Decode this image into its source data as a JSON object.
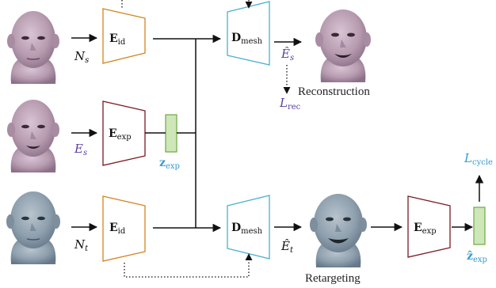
{
  "colors": {
    "encoder_id": "#d4841c",
    "encoder_exp": "#7a1a22",
    "decoder": "#4ab0d0",
    "latent_fill": "#cfe6b8",
    "latent_stroke": "#6aaa44",
    "math_purple": "#5b3fa0",
    "math_blue": "#3a9ad0",
    "source_skin": "#b89cb0",
    "target_skin": "#8fa0ae",
    "line": "#111111"
  },
  "faces": {
    "source_neutral": "source face neutral",
    "source_expression": "source face expression",
    "target_neutral": "target face neutral",
    "reconstruction": "reconstructed face",
    "retargeted": "retargeted face"
  },
  "blocks": {
    "e_id_top": {
      "main": "E",
      "sub": "id"
    },
    "e_exp_mid": {
      "main": "E",
      "sub": "exp"
    },
    "e_id_bottom": {
      "main": "E",
      "sub": "id"
    },
    "d_mesh_top": {
      "main": "D",
      "sub": "mesh"
    },
    "d_mesh_bottom": {
      "main": "D",
      "sub": "mesh"
    },
    "e_exp_right": {
      "main": "E",
      "sub": "exp"
    }
  },
  "symbols": {
    "n_s": {
      "main": "N",
      "sub": "s"
    },
    "e_s": {
      "main": "E",
      "sub": "s"
    },
    "n_t": {
      "main": "N",
      "sub": "t"
    },
    "e_hat_s": {
      "main": "Ê",
      "sub": "s"
    },
    "e_hat_t": {
      "main": "Ê",
      "sub": "t"
    },
    "l_rec": {
      "main": "L",
      "sub": "rec"
    },
    "l_cycle": {
      "main": "L",
      "sub": "cycle"
    },
    "z_exp": {
      "main": "z",
      "sub": "exp"
    },
    "z_hat_exp": {
      "main": "ẑ",
      "sub": "exp"
    }
  },
  "captions": {
    "reconstruction": "Reconstruction",
    "retargeting": "Retargeting"
  }
}
